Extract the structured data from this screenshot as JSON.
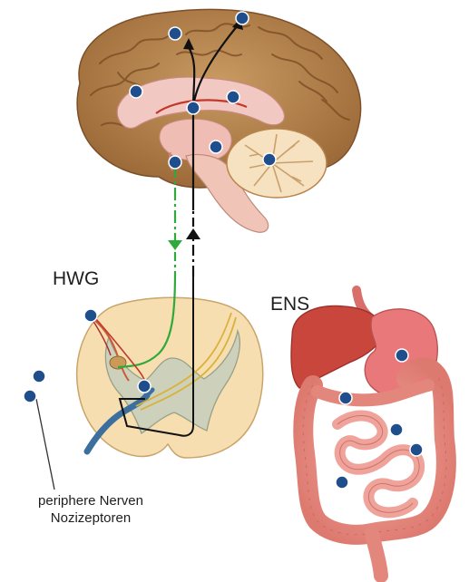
{
  "labels": {
    "hwg": "HWG",
    "ens": "ENS",
    "peripheral": [
      "periphere Nerven",
      "Nozizeptoren"
    ]
  },
  "colors": {
    "marker": "#1f4e8c",
    "green_path": "#2eaa3a",
    "black_path": "#111111",
    "brain_cortex": "#b8844c",
    "brain_inner": "#f2c9c2",
    "spinal_cord": "#f6deb0",
    "intestine": "#e98f86",
    "stomach": "#e8787a",
    "liver": "#c9463d"
  },
  "icons": [
    "marker-dot-icon",
    "arrow-up-icon",
    "arrow-down-icon"
  ]
}
